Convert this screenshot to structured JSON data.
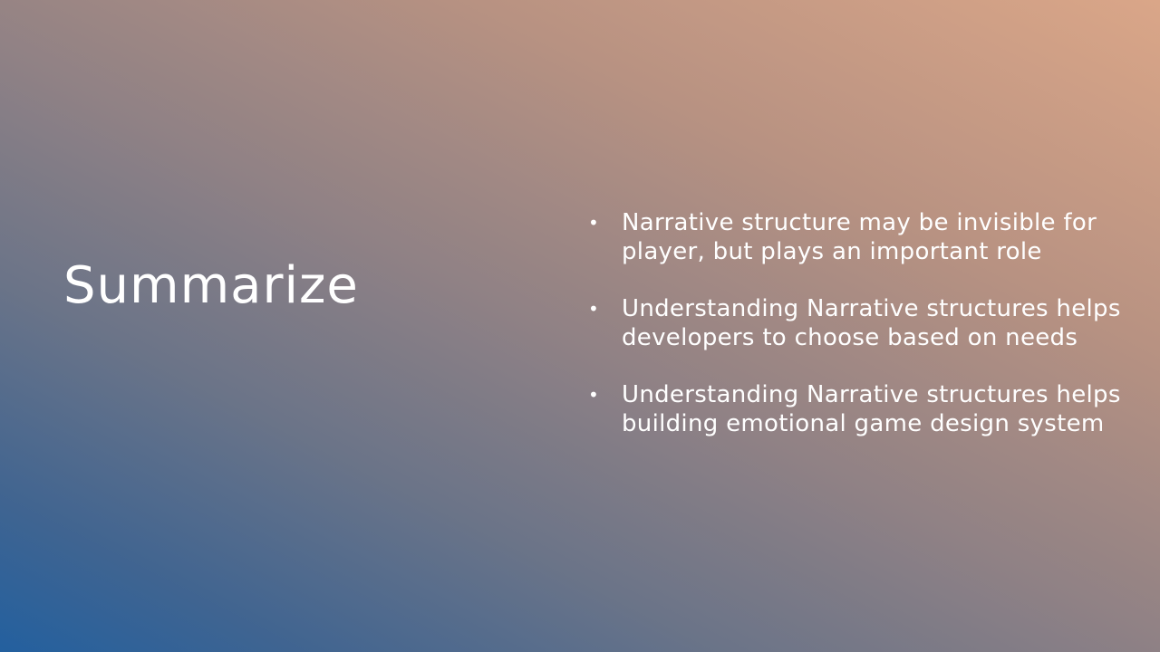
{
  "slide": {
    "title": "Summarize",
    "bullets": [
      {
        "text": "Narrative structure may be invisible for player, but plays an important role"
      },
      {
        "text": "Understanding Narrative structures helps developers to choose based on needs"
      },
      {
        "text": "Understanding Narrative structures helps building emotional game design system"
      }
    ],
    "bullet_glyph": "•"
  },
  "colors": {
    "text": "#ffffff",
    "gradient_top_right": "#daa688",
    "gradient_middle": "#8f8185",
    "gradient_bottom_left": "#23609f"
  }
}
